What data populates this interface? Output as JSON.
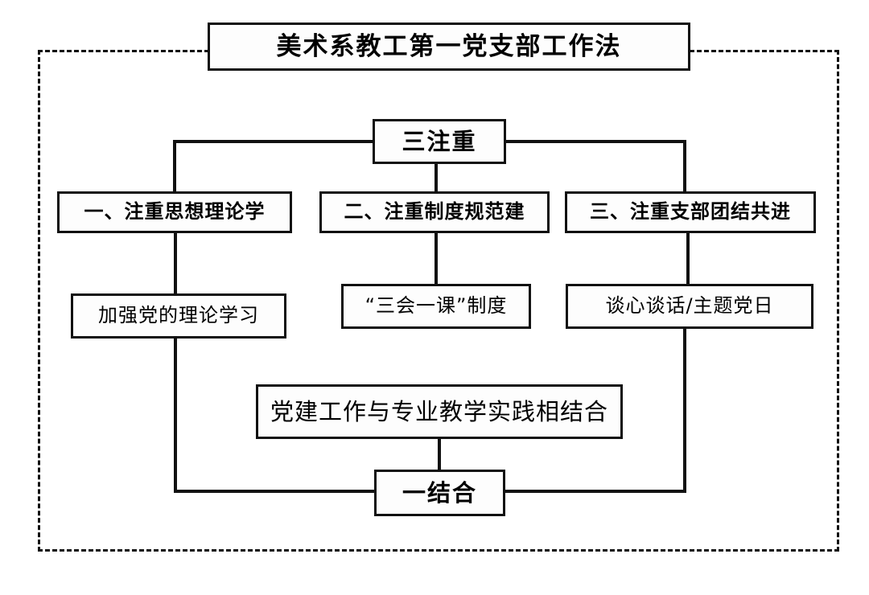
{
  "diagram": {
    "type": "flowchart",
    "title": "美术系教工第一党支部工作法",
    "nodes": {
      "title": "美术系教工第一党支部工作法",
      "san_zhu_zhong": "三注重",
      "pillar_1": "一、注重思想理论学",
      "pillar_2": "二、注重制度规范建",
      "pillar_3": "三、注重支部团结共进",
      "detail_1": "加强党的理论学习",
      "detail_2": "“三会一课”制度",
      "detail_3": "谈心谈话/主题党日",
      "combine": "党建工作与专业教学实践相结合",
      "yi_jie_he": "一结合"
    },
    "colors": {
      "line": "#111111",
      "box_fill": "#fdfdfd",
      "text": "#000000",
      "background": "#ffffff"
    }
  }
}
